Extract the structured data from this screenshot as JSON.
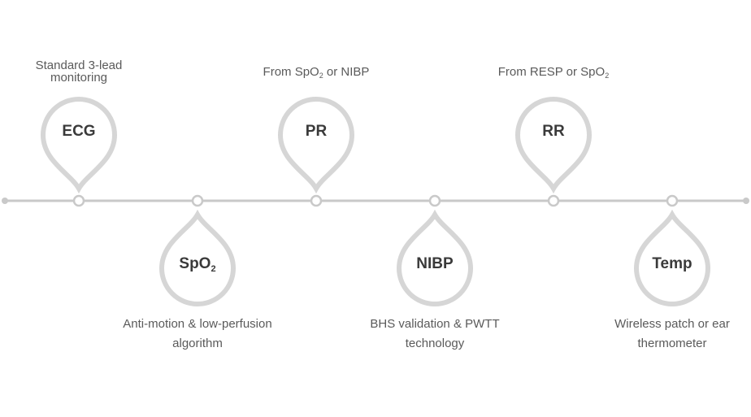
{
  "colors": {
    "line": "#c9c9c9",
    "pin_stroke": "#d6d6d6",
    "text": "#3a3a3a",
    "desc": "#5a5a5a"
  },
  "items": [
    {
      "label": "ECG",
      "desc_lines": [
        "Standard 3-lead",
        "monitoring"
      ]
    },
    {
      "label": "SpO",
      "label_sub": "2",
      "desc_lines": [
        "Anti-motion & low-perfusion",
        "algorithm"
      ]
    },
    {
      "label": "PR",
      "desc_pre": "From SpO",
      "desc_sub": "2",
      "desc_post": " or NIBP"
    },
    {
      "label": "NIBP",
      "desc_lines": [
        "BHS validation & PWTT",
        "technology"
      ]
    },
    {
      "label": "RR",
      "desc_pre": "From RESP or SpO",
      "desc_sub": "2",
      "desc_post": ""
    },
    {
      "label": "Temp",
      "desc_lines": [
        "Wireless patch or ear",
        "thermometer"
      ]
    }
  ]
}
